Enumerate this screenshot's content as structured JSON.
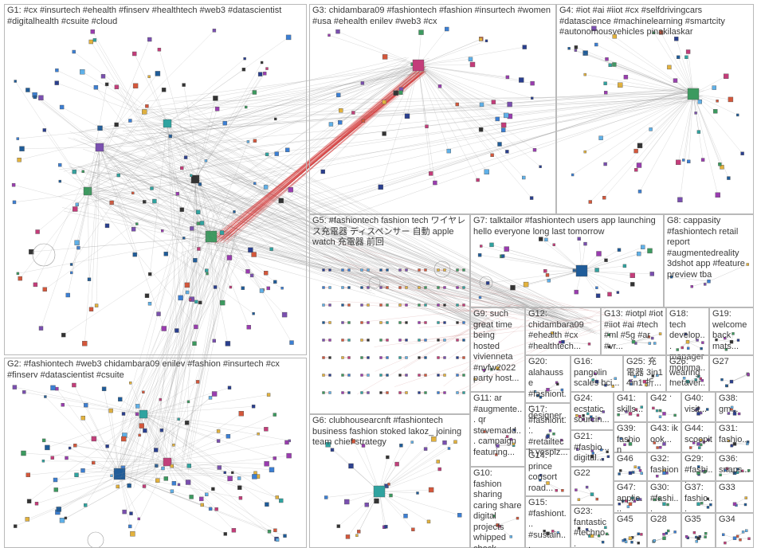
{
  "groups": [
    {
      "id": "G1",
      "label": "G1: #cx #insurtech #ehealth #finserv #healthtech #web3 #datascientist #digitalhealth #csuite #cloud"
    },
    {
      "id": "G2",
      "label": "G2: #fashiontech #web3 chidambara09 enilev #fashion #insurtech #cx #finserv #datascientist #csuite"
    },
    {
      "id": "G3",
      "label": "G3: chidambara09 #fashiontech #fashion #insurtech #women #usa #ehealth enilev #web3 #cx"
    },
    {
      "id": "G4",
      "label": "G4: #iot #ai #iiot #cx #selfdrivingcars #datascience #machinelearning #smartcity #autonomousvehicles pinakilaskar"
    },
    {
      "id": "G5",
      "label": "G5: #fashiontech fashion tech ワイヤレス充電器 ディスペンサー 自動 apple watch 充電器 前回"
    },
    {
      "id": "G6",
      "label": "G6: clubhousearcnft #fashiontech business fashion stoked lakoz_ joining team chief strategy"
    },
    {
      "id": "G7",
      "label": "G7: talktailor #fashiontech users app launching hello everyone long last tomorrow"
    },
    {
      "id": "G8",
      "label": "G8: cappasity #fashiontech retail report #augmentedreality 3dshot app #feature preview tba"
    },
    {
      "id": "G9",
      "label": "G9: such great time being hosted viviennetа #nyfw2022 party host..."
    },
    {
      "id": "G10",
      "label": "G10: fashion sharing caring share digital projects whipped check..."
    },
    {
      "id": "G11",
      "label": "G11: ar #augmente... qr stevemadd... campaign featuring..."
    },
    {
      "id": "G12",
      "label": "G12: chidambara09 #ehealth #cx #healthtech..."
    },
    {
      "id": "G13",
      "label": "G13: #iotpl #iot #iiot #ai #tech #ml #5g #ar #vr..."
    },
    {
      "id": "G14",
      "label": "G14: prince consort road..."
    },
    {
      "id": "G15",
      "label": "G15: #fashiont... #sustain... #slowfas..."
    },
    {
      "id": "G16",
      "label": "G16: pangolin scales bci..."
    },
    {
      "id": "G17",
      "label": "G17: #fashiont... #retailtech yesplz..."
    },
    {
      "id": "G18",
      "label": "G18: tech develop... manager moinma..."
    },
    {
      "id": "G19",
      "label": "G19: welcome back mats..."
    },
    {
      "id": "G20",
      "label": "G20: alahausse #fashiont... designer..."
    },
    {
      "id": "G21",
      "label": "G21: #fashio... digital..."
    },
    {
      "id": "G22",
      "label": "G22"
    },
    {
      "id": "G23",
      "label": "G23: fantastic #techno..."
    },
    {
      "id": "G24",
      "label": "G24: ecstatic sourcin..."
    },
    {
      "id": "G25",
      "label": "G25: 充電器 3in1 4in1 折..."
    },
    {
      "id": "G26",
      "label": "G26: wearing metaver..."
    },
    {
      "id": "G27",
      "label": "G27"
    },
    {
      "id": "G28",
      "label": "G28"
    },
    {
      "id": "G29",
      "label": "G29: #fashi..."
    },
    {
      "id": "G30",
      "label": "G30: #fashi..."
    },
    {
      "id": "G31",
      "label": "G31: fashio..."
    },
    {
      "id": "G32",
      "label": "G32: fashion"
    },
    {
      "id": "G33",
      "label": "G33"
    },
    {
      "id": "G34",
      "label": "G34"
    },
    {
      "id": "G35",
      "label": "G35"
    },
    {
      "id": "G36",
      "label": "G36: snaps..."
    },
    {
      "id": "G37",
      "label": "G37: fashio..."
    },
    {
      "id": "G38",
      "label": "G38: gm..."
    },
    {
      "id": "G39",
      "label": "G39: fashion"
    },
    {
      "id": "G40",
      "label": "G40: visit..."
    },
    {
      "id": "G41",
      "label": "G41: skills..."
    },
    {
      "id": "G42",
      "label": "G42"
    },
    {
      "id": "G43",
      "label": "G43: ik ook..."
    },
    {
      "id": "G44",
      "label": "G44: scoopit"
    },
    {
      "id": "G45",
      "label": "G45"
    },
    {
      "id": "G46",
      "label": "G46"
    },
    {
      "id": "G47",
      "label": "G47: applie..."
    }
  ],
  "colors": {
    "panel_border": "#b9b9b9",
    "label_text": "#3a3a3a",
    "edge": "#8a8a8a",
    "highlight_edge": "#d23a3a",
    "node_palette": [
      "#2a3f8f",
      "#3b7fd4",
      "#5fb0e8",
      "#1f5c99",
      "#7a4fb0",
      "#d4573b",
      "#e3b23c",
      "#3c9a5f",
      "#9a3cb0",
      "#2fa3a0",
      "#333333",
      "#c43c7a"
    ]
  }
}
